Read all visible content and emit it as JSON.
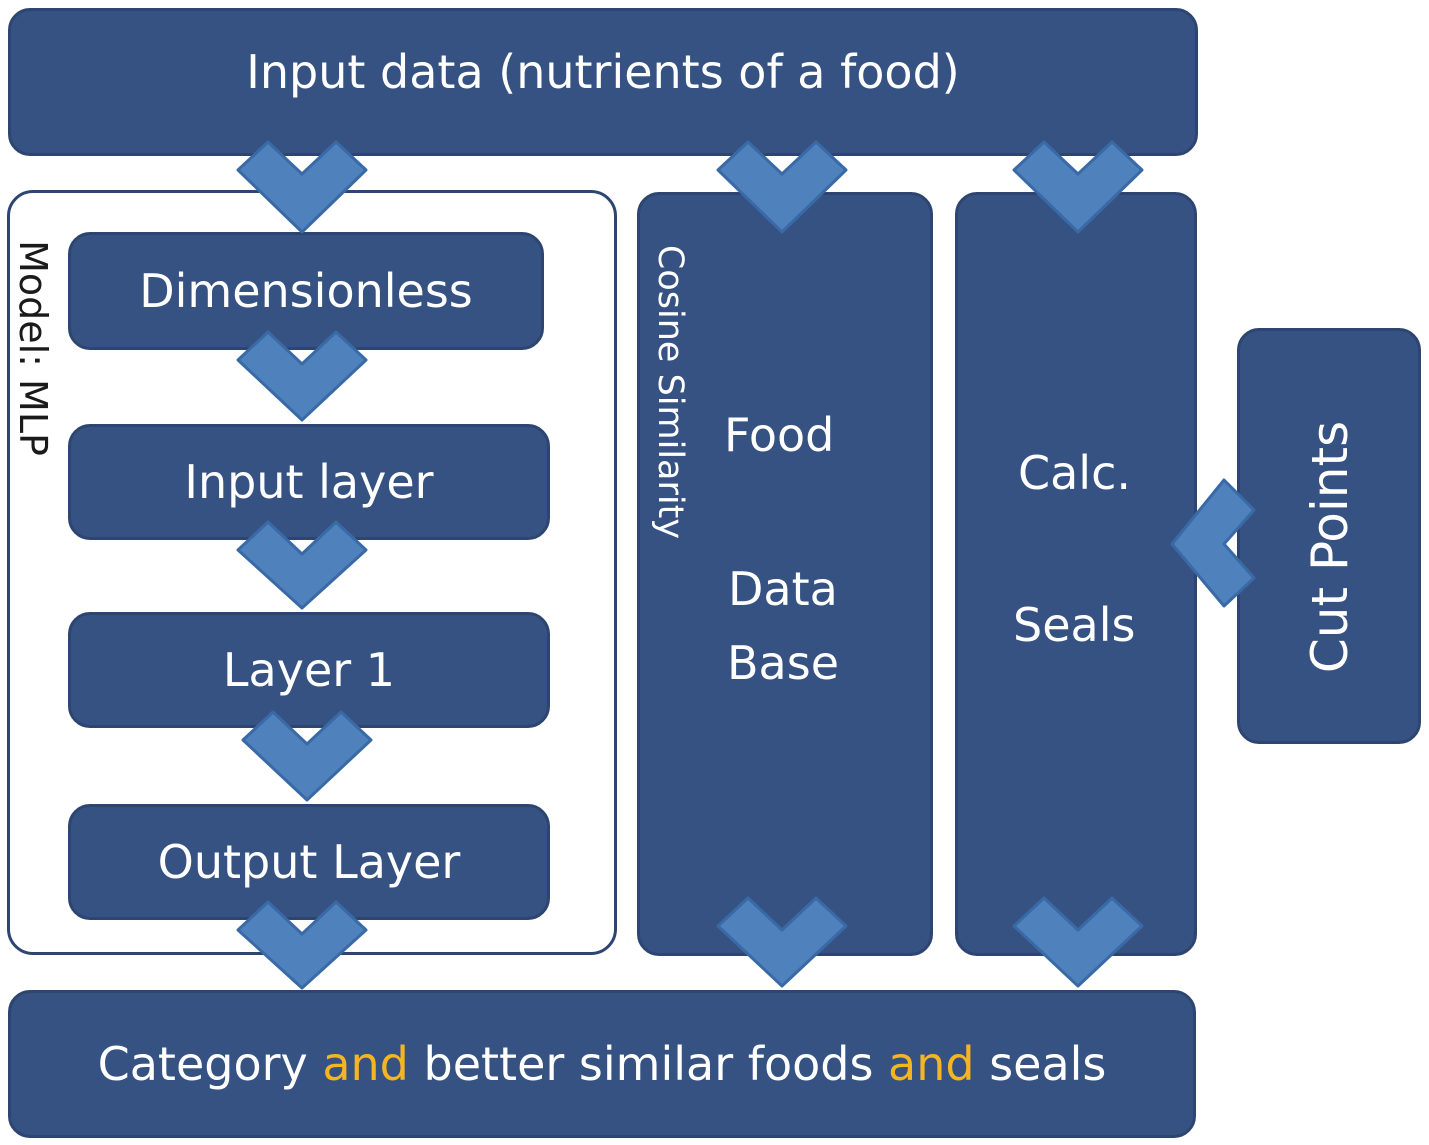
{
  "diagram": {
    "input_title": "Input data (nutrients of a food)",
    "model_label": "Model: MLP",
    "mlp_layers": [
      "Dimensionless",
      "Input layer",
      "Layer 1",
      "Output Layer"
    ],
    "cosine_label": "Cosine Similarity",
    "food_db": {
      "line1": "Food",
      "line2": "Data",
      "line3": "Base"
    },
    "calc": {
      "line1": "Calc.",
      "line2": "Seals"
    },
    "cut_points": "Cut Points",
    "output": {
      "part1": "Category ",
      "and1": "and",
      "part2": " better similar foods ",
      "and2": "and",
      "part3": " seals"
    }
  },
  "colors": {
    "box_fill": "#355282",
    "arrow_fill": "#4f81bd",
    "accent": "#f5b523",
    "text": "#ffffff"
  }
}
